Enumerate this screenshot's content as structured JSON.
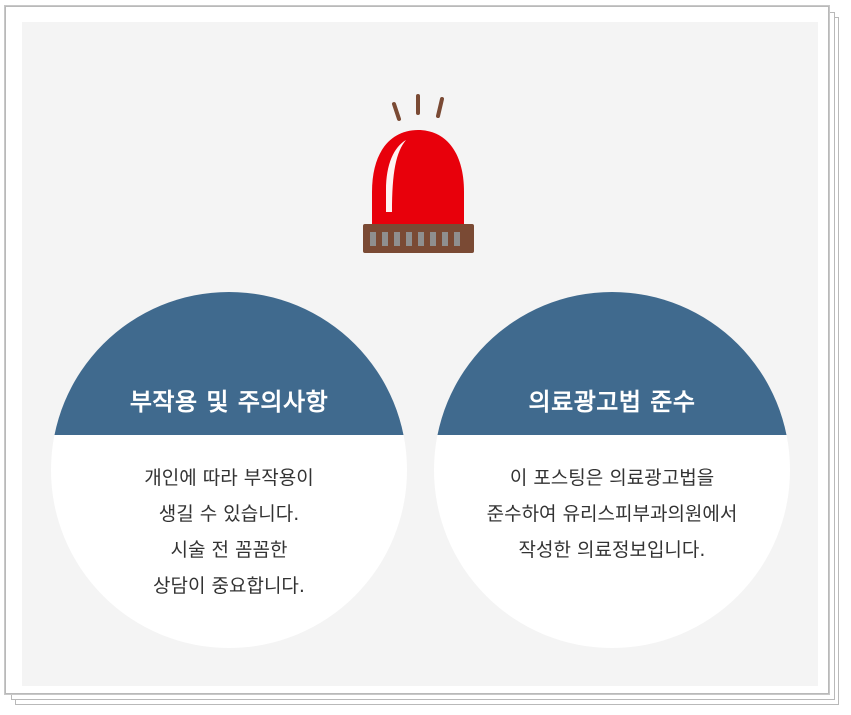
{
  "icon": "red-siren-alarm-light",
  "colors": {
    "panel_bg": "#f4f4f4",
    "header_blue": "#406a8e",
    "siren_red": "#e8000b",
    "siren_base": "#7a4a34"
  },
  "cards": [
    {
      "title": "부작용 및 주의사항",
      "lines": [
        "개인에 따라 부작용이",
        "생길 수 있습니다.",
        "시술 전 꼼꼼한",
        "상담이 중요합니다."
      ]
    },
    {
      "title": "의료광고법 준수",
      "lines": [
        "이 포스팅은 의료광고법을",
        "준수하여 유리스피부과의원에서",
        "작성한 의료정보입니다."
      ]
    }
  ]
}
